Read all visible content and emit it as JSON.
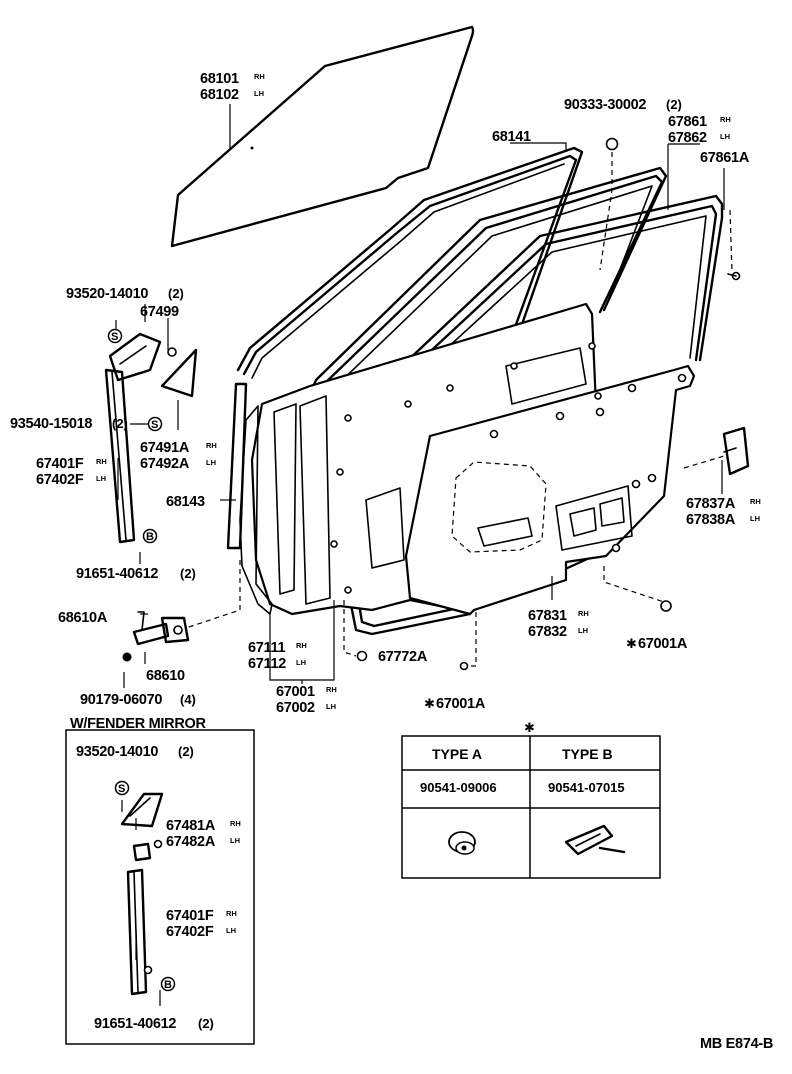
{
  "callouts": {
    "glass_rh": "68101",
    "glass_lh": "68102",
    "run_68141": "68141",
    "screw_90333": "90333-30002",
    "screw_90333_qty": "(2)",
    "wstrip_rh": "67861",
    "wstrip_lh": "67862",
    "wstrip_a": "67861A",
    "screw_93520": "93520-14010",
    "screw_93520_qty": "(2)",
    "cover_67499": "67499",
    "screw_93540": "93540-15018",
    "screw_93540_qty": "(2)",
    "cover_rh": "67491A",
    "cover_lh": "67492A",
    "channel_rh": "67401F",
    "channel_lh": "67402F",
    "run_68143": "68143",
    "bolt_91651": "91651-40612",
    "bolt_91651_qty": "(2)",
    "hinge_68610a": "68610A",
    "hinge_68610": "68610",
    "nut_90179": "90179-06070",
    "nut_90179_qty": "(4)",
    "panel_rh": "67111",
    "panel_lh": "67112",
    "clip_67772a": "67772A",
    "door_rh": "67001",
    "door_lh": "67002",
    "clip_67001a_a": "67001A",
    "clip_67001a_b": "67001A",
    "trim_rh": "67831",
    "trim_lh": "67832",
    "pocket_rh": "67837A",
    "pocket_lh": "67838A"
  },
  "side_tags": {
    "rh": "RH",
    "lh": "LH"
  },
  "star_symbol": "✱",
  "inset": {
    "title": "W/FENDER MIRROR",
    "screw": "93520-14010",
    "screw_qty": "(2)",
    "cover_rh": "67481A",
    "cover_lh": "67482A",
    "channel_rh": "67401F",
    "channel_lh": "67402F",
    "bolt": "91651-40612",
    "bolt_qty": "(2)"
  },
  "type_table": {
    "marker": "✱",
    "headers": [
      "TYPE A",
      "TYPE B"
    ],
    "parts": [
      "90541-09006",
      "90541-07015"
    ]
  },
  "footer_code": "MB E874-B"
}
